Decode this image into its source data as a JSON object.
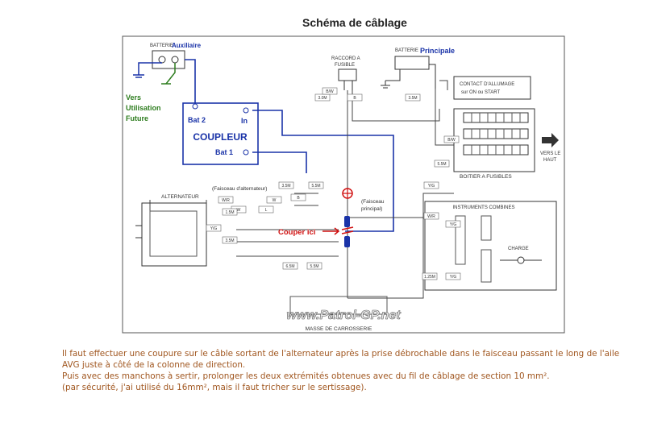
{
  "title": "Schéma de câblage",
  "aux_battery": {
    "label": "BATTERIE",
    "name": "Auxiliaire"
  },
  "main_battery": {
    "label": "BATTERIE",
    "name": "Principale"
  },
  "future_use": [
    "Vers",
    "Utilisation",
    "Future"
  ],
  "coupler": {
    "name": "COUPLEUR",
    "bat2": "Bat 2",
    "in": "In",
    "bat1": "Bat 1"
  },
  "fuse_connector": [
    "RACCORD A",
    "FUSIBLE"
  ],
  "ignition": [
    "CONTACT D'ALLUMAGE",
    "sur ON ou START"
  ],
  "fuse_box": "BOITIER A FUSIBLES",
  "towards_top": [
    "VERS LE",
    "HAUT"
  ],
  "alternator": "ALTERNATEUR",
  "alternator_harness": "(Faisceau d'alternateur)",
  "main_harness": [
    "(Faisceau",
    "principal)"
  ],
  "cut_label": "Couper ici",
  "instruments": "INSTRUMENTS COMBINES",
  "charge": "CHARGE",
  "ground": "MASSE DE CARROSSERIE",
  "watermark": "www.Patrol-GP.net",
  "wire_tags": [
    "3.0M",
    "B",
    "B/W",
    "3.5M",
    "5.5M",
    "B/W",
    "3.5M",
    "5.5M",
    "W",
    "L",
    "B",
    "6.5M",
    "5.5M",
    "W/R",
    "W",
    "Y/G",
    "1.5M",
    "3.5M",
    "Y/G",
    "W/R",
    "Y/G",
    "1.25M",
    "Y/G"
  ],
  "caption": [
    "Il faut effectuer une coupure sur le câble sortant de l'alternateur après la prise débrochable dans le faisceau passant le long de l'aile AVG juste à côté de la colonne de direction.",
    "Puis avec des manchons à sertir, prolonger les deux extrémités obtenues avec du fil de câblage de section 10 mm².",
    "(par sécurité, j'ai utilisé du 16mm², mais il faut tricher sur le sertissage)."
  ],
  "colors": {
    "blue": "#1a33a8",
    "green": "#2e7d1f",
    "red": "#d01010",
    "caption": "#a0561f"
  }
}
